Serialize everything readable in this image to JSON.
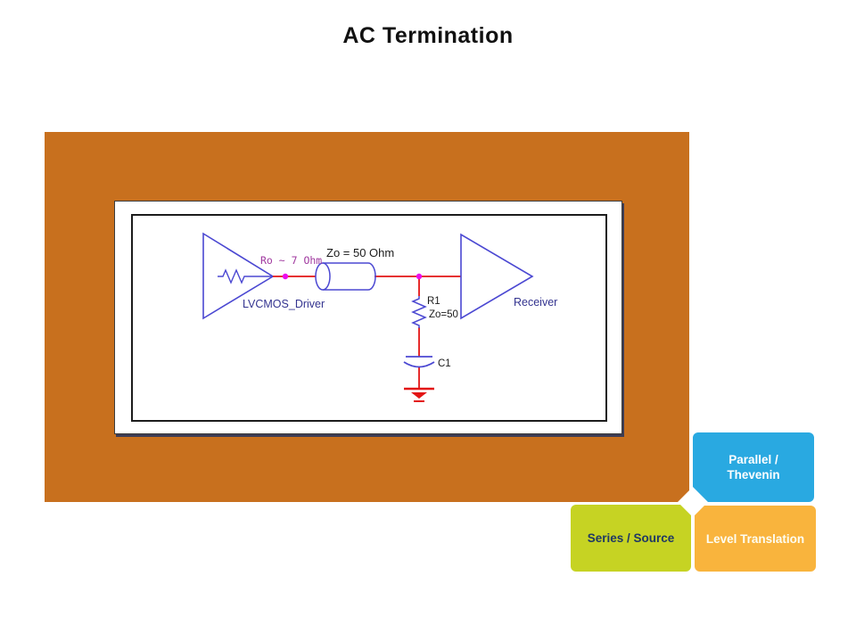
{
  "title": "AC Termination",
  "schematic": {
    "driver_label": "LVCMOS_Driver",
    "driver_impedance": "Ro ~ 7 Ohm",
    "line_impedance": "Zo = 50 Ohm",
    "resistor_ref": "R1",
    "resistor_value": "Zo=50",
    "capacitor_ref": "C1",
    "receiver_label": "Receiver"
  },
  "nav_buttons": {
    "parallel_thevenin": {
      "label_line1": "Parallel /",
      "label_line2": "Thevenin",
      "bg": "#29A9E1",
      "text_color": "#FFFFFF"
    },
    "series_source": {
      "label": "Series / Source",
      "bg": "#C6D323",
      "text_color": "#1F3864"
    },
    "level_translation": {
      "label": "Level Translation",
      "bg": "#F9B43D",
      "text_color": "#FFFFFF"
    }
  },
  "colors": {
    "panel_background": "#C8701E",
    "symbol_stroke": "#4B48D2",
    "wire": "#E31515",
    "junction_dot": "#EC0CEC",
    "impedance_text": "#A0399F",
    "component_label_text": "#33338F",
    "value_text": "#1B1B1B"
  }
}
